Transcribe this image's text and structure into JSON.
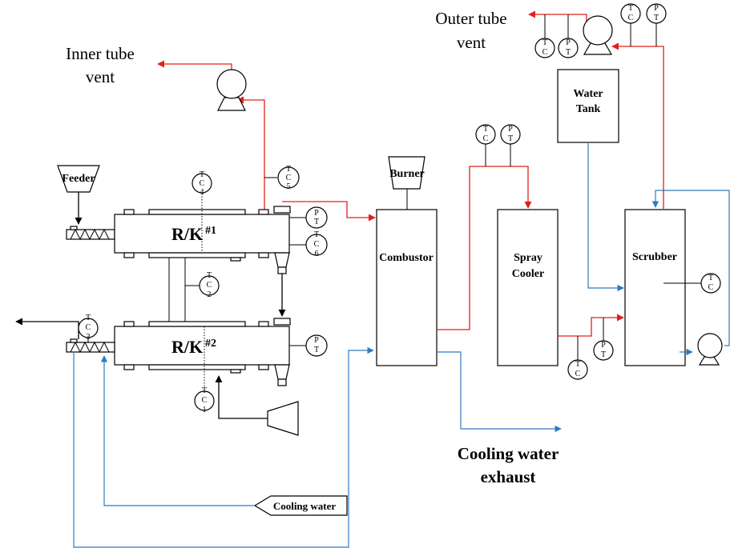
{
  "labels": {
    "inner_vent_line1": "Inner tube",
    "inner_vent_line2": "vent",
    "outer_vent_line1": "Outer tube",
    "outer_vent_line2": "vent",
    "feeder": "Feeder",
    "burner": "Burner",
    "combustor": "Combustor",
    "spray_line1": "Spray",
    "spray_line2": "Cooler",
    "water_line1": "Water",
    "water_line2": "Tank",
    "scrubber": "Scrubber",
    "rk1_main": "R/K",
    "rk1_sup": "#1",
    "rk2_main": "R/K",
    "rk2_sup": "#2",
    "cooling_water": "Cooling water",
    "exhaust_line1": "Cooling water",
    "exhaust_line2": "exhaust"
  },
  "instruments": {
    "T": "T",
    "C": "C",
    "P": "P",
    "tc1_num": "1",
    "tc2_num": "2",
    "tc3_num": "3",
    "tc4_num": "4",
    "tc5_num": "5",
    "tc6_num": "6"
  },
  "colors": {
    "gas_line": "#e0201c",
    "water_line": "#2e7bbf",
    "solid_line": "#000000"
  }
}
